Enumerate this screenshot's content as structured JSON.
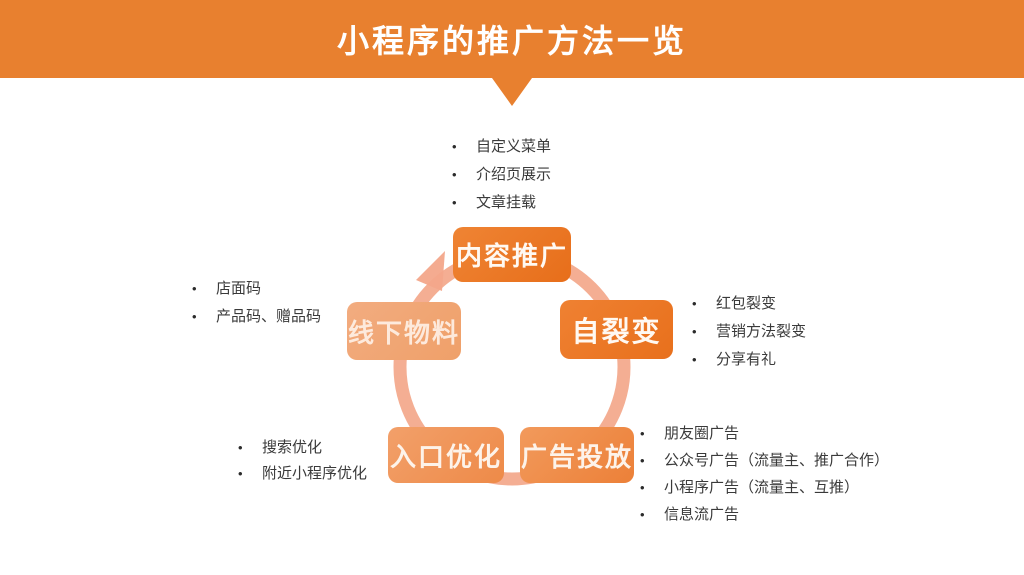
{
  "banner": {
    "title": "小程序的推广方法一览",
    "bg_color": "#E8802F",
    "text_color": "#FFFFFF"
  },
  "diagram": {
    "cycle_color": "#F3A78A",
    "nodes": [
      {
        "label": "内容推广",
        "position": "top",
        "color": "#E97420",
        "items": [
          "自定义菜单",
          "介绍页展示",
          "文章挂载"
        ]
      },
      {
        "label": "自裂变",
        "position": "right",
        "color": "#EB7524",
        "items": [
          "红包裂变",
          "营销方法裂变",
          "分享有礼"
        ]
      },
      {
        "label": "广告投放",
        "position": "bottom-right",
        "color": "#EE8A45",
        "items": [
          "朋友圈广告",
          "公众号广告（流量主、推广合作）",
          "小程序广告（流量主、互推）",
          "信息流广告"
        ]
      },
      {
        "label": "入口优化",
        "position": "bottom-left",
        "color": "#F0945C",
        "items": [
          "搜索优化",
          "附近小程序优化"
        ]
      },
      {
        "label": "线下物料",
        "position": "left",
        "color": "#F0A173",
        "items": [
          "店面码",
          "产品码、赠品码"
        ]
      }
    ]
  }
}
